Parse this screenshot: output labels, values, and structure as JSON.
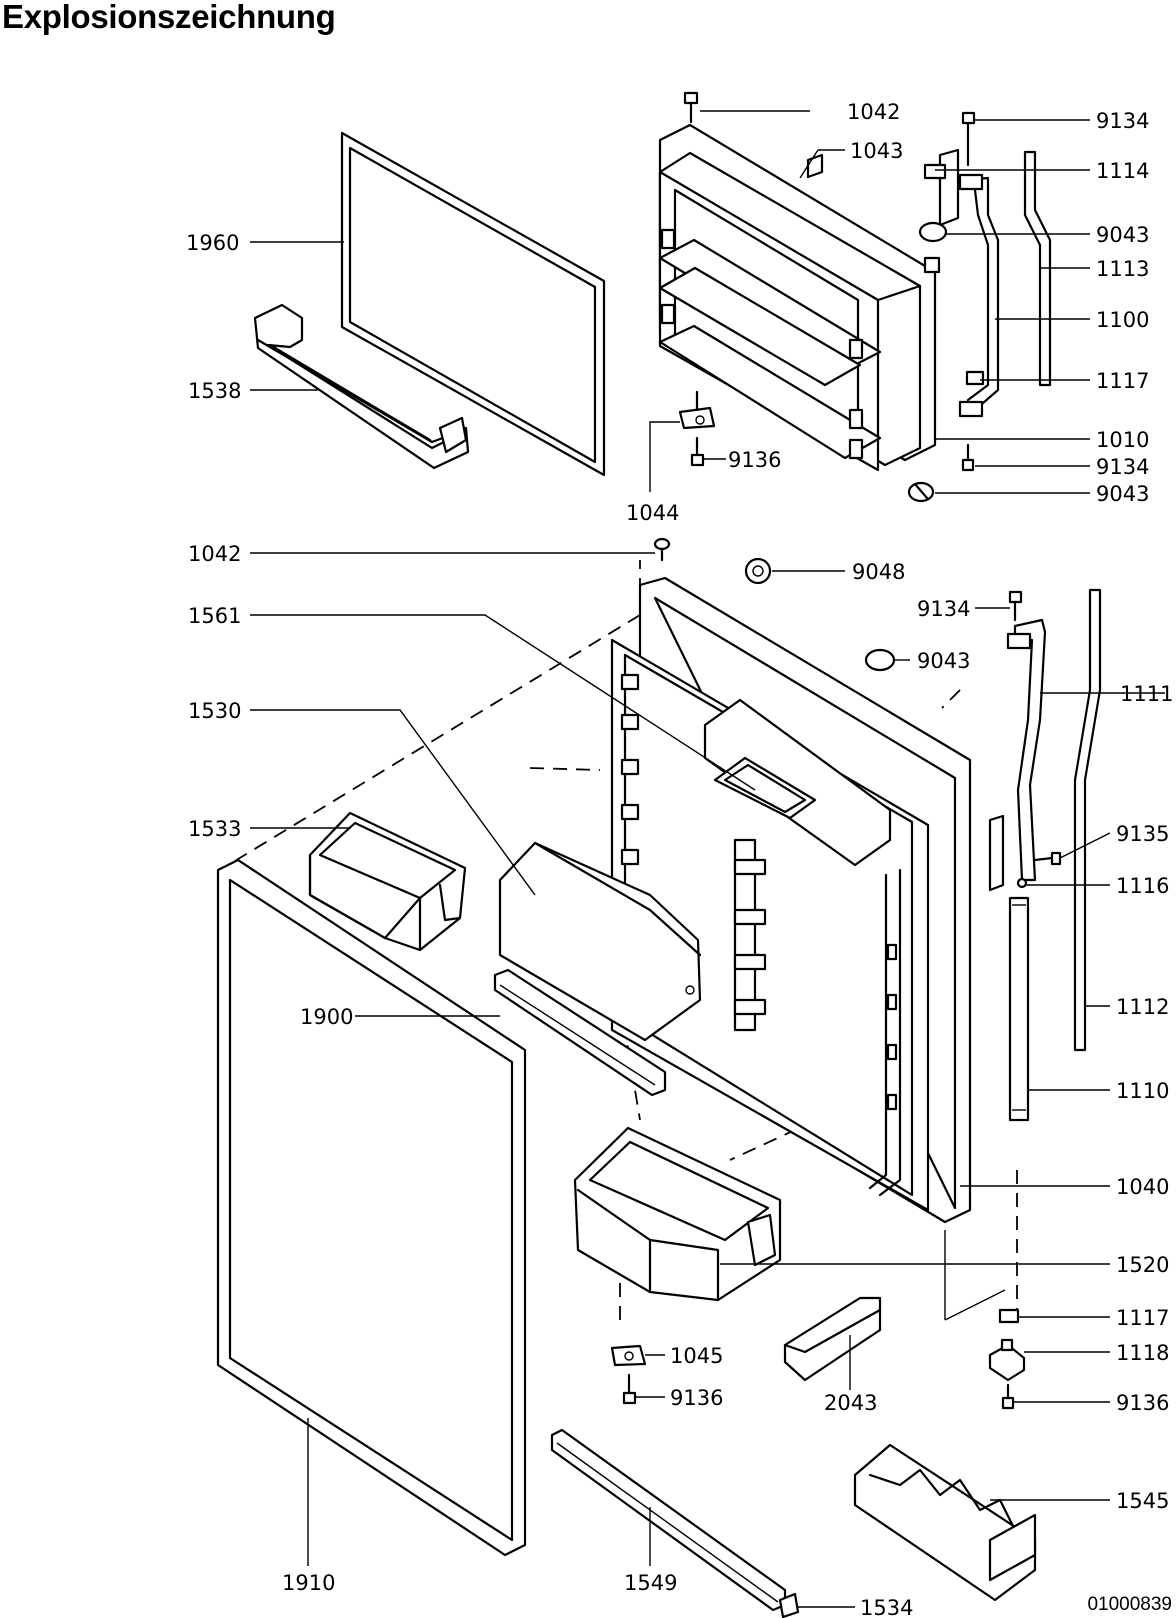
{
  "title": "Explosionszeichnung",
  "document_number": "01000839",
  "labels": {
    "l1042a": "1042",
    "l1043": "1043",
    "l9134a": "9134",
    "l1114": "1114",
    "l9043a": "9043",
    "l1113": "1113",
    "l1100": "1100",
    "l1117a": "1117",
    "l1010": "1010",
    "l9134b": "9134",
    "l9043b": "9043",
    "l1960": "1960",
    "l1538": "1538",
    "l9136a": "9136",
    "l1044": "1044",
    "l1042b": "1042",
    "l9048": "9048",
    "l9134c": "9134",
    "l9043c": "9043",
    "l1561": "1561",
    "l1530": "1530",
    "l1111": "1111",
    "l1533": "1533",
    "l9135": "9135",
    "l1116": "1116",
    "l1112": "1112",
    "l1900": "1900",
    "l1110": "1110",
    "l1040": "1040",
    "l1520": "1520",
    "l1117b": "1117",
    "l1045": "1045",
    "l1118": "1118",
    "l9136b": "9136",
    "l2043": "2043",
    "l9136c": "9136",
    "l1545": "1545",
    "l1910": "1910",
    "l1549": "1549",
    "l1534": "1534"
  }
}
